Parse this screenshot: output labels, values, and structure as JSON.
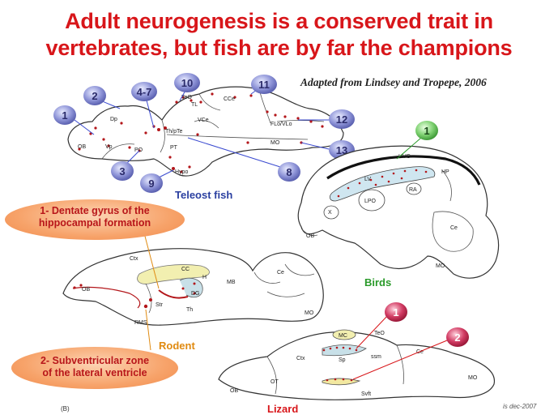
{
  "title": {
    "line1": "Adult neurogenesis is a conserved trait in",
    "line2": "vertebrates, but fish are by far the champions"
  },
  "credit": "Adapted from Lindsey and Tropepe, 2006",
  "fish": {
    "caption": "Teleost fish",
    "labels": [
      "OB",
      "Vp",
      "Dp",
      "PO",
      "4-7"
    ],
    "labels2": [
      "Th/pTe",
      "PT",
      "Hypo",
      "TL",
      "VCe",
      "CCe",
      "FLo/VLo",
      "MO",
      "TeO"
    ],
    "badges": [
      "1",
      "2",
      "3",
      "4-7",
      "8",
      "9",
      "10",
      "11",
      "12",
      "13"
    ]
  },
  "birds": {
    "caption": "Birds",
    "badge": "1",
    "labels": [
      "HVC",
      "HP",
      "LV",
      "RA",
      "LPO",
      "X",
      "Ce",
      "OB",
      "MO"
    ]
  },
  "rodent": {
    "caption": "Rodent",
    "labels": [
      "Ctx",
      "CC",
      "H",
      "DG",
      "OB",
      "Str",
      "Th",
      "MB",
      "Ce",
      "MO",
      "RMS"
    ]
  },
  "lizard": {
    "caption": "Lizard",
    "badges": [
      "1",
      "2"
    ],
    "labels": [
      "MC",
      "TeO",
      "Ctx",
      "Sp",
      "ssm",
      "Ce",
      "MO",
      "OB",
      "OT",
      "Svft"
    ]
  },
  "notes": {
    "note1": [
      "1- Dentate gyrus of the",
      "hippocampal formation"
    ],
    "note2": [
      "2- Subventricular zone",
      "of the lateral ventricle"
    ]
  },
  "figure_label": "(B)",
  "footer": "is dec-2007",
  "colors": {
    "title": "#d8161a",
    "fish": "#2a3fa0",
    "birds": "#2a9a2a",
    "rodent": "#e08a10",
    "lizard": "#d8161a"
  }
}
